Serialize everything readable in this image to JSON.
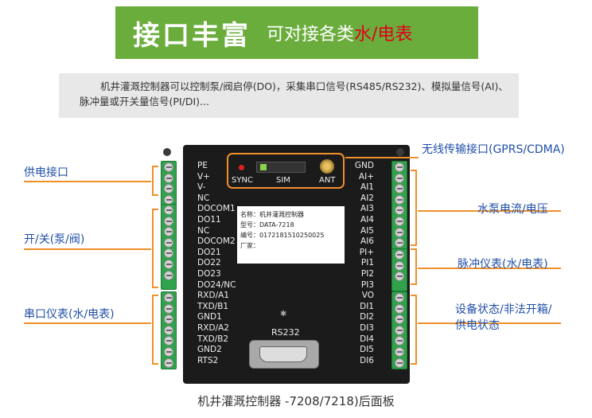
{
  "banner": {
    "title": "接口丰富",
    "subtitle": "可对接各类",
    "highlight": "水/电表"
  },
  "description": "机井灌溉控制器可以控制泵/阀启停(DO)，采集串口信号(RS485/RS232)、模拟量信号(AI)、脉冲量或开关量信号(PI/DI)...",
  "device": {
    "top": {
      "sync": "SYNC",
      "sim": "SIM",
      "ant": "ANT"
    },
    "left_pins": [
      "PE",
      "V+",
      "V-",
      "NC",
      "DOCOM1",
      "DO11",
      "NC",
      "DOCOM2",
      "DO21",
      "DO22",
      "DO23",
      "DO24/NC",
      "RXD/A1",
      "TXD/B1",
      "GND1",
      "RXD/A2",
      "TXD/B2",
      "GND2",
      "RTS2"
    ],
    "right_pins": [
      "GND",
      "AI+",
      "AI1",
      "AI2",
      "AI3",
      "AI4",
      "AI5",
      "AI6",
      "PI+",
      "PI1",
      "PI2",
      "PI3",
      "VO",
      "DI1",
      "DI2",
      "DI3",
      "DI4",
      "DI5",
      "DI6"
    ],
    "label": {
      "line1": "名称：机井灌溉控制器",
      "line2": "型号：DATA-7218",
      "line3": "编号：0172181510250025",
      "line4": "厂家："
    },
    "port": "RS232"
  },
  "callouts": {
    "power": "供电接口",
    "onoff": "开/关(泵/阀)",
    "serial": "串口仪表(水/电表)",
    "wireless": "无线传输接口(GPRS/CDMA)",
    "pump": "水泵电流/电压",
    "pulse": "脉冲仪表(水/电表)",
    "status_line1": "设备状态/非法开箱/",
    "status_line2": "供电状态"
  },
  "caption": "机井灌溉控制器 -7208/7218)后面板",
  "colors": {
    "green": "#6aad3c",
    "orange": "#f0902a",
    "blue": "#1f4fa8",
    "terminal": "#2fa24b"
  }
}
